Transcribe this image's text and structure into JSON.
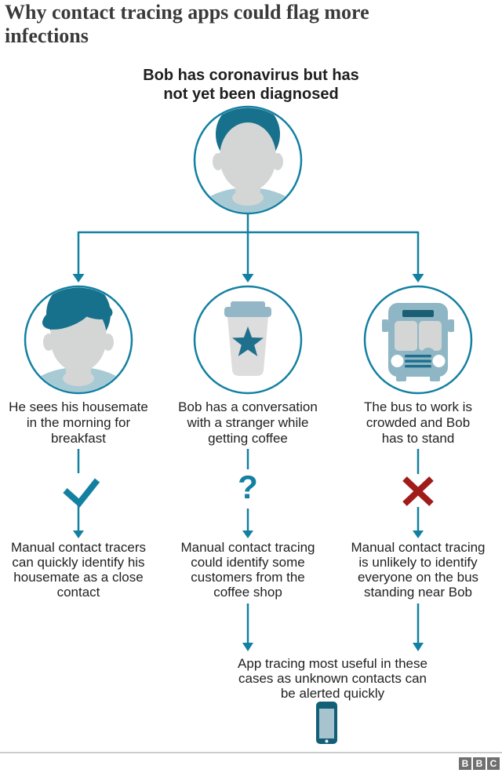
{
  "header": {
    "title": "Why contact tracing apps could flag more\ninfections"
  },
  "intro": {
    "caption": "Bob has coronavirus but has\nnot yet been diagnosed",
    "icon": "bob-person-icon"
  },
  "columns": [
    {
      "icon": "housemate-person-icon",
      "scenario": "He sees his housemate\nin the morning for\nbreakfast",
      "symbol": "check",
      "outcome": "Manual contact tracers\ncan quickly identify his\nhousemate as a close\ncontact"
    },
    {
      "icon": "coffee-cup-icon",
      "scenario": "Bob has a conversation\nwith a stranger while\ngetting coffee",
      "symbol": "question-mark",
      "symbol_glyph": "?",
      "outcome": "Manual contact tracing\ncould identify some\ncustomers from the\ncoffee shop"
    },
    {
      "icon": "bus-icon",
      "scenario": "The bus to work is\ncrowded and Bob\nhas to stand",
      "symbol": "cross",
      "outcome": "Manual contact tracing\nis unlikely to identify\neveryone on the bus\nstanding near Bob"
    }
  ],
  "conclusion": {
    "text": "App tracing most useful in these\ncases as unknown contacts can\nbe alerted quickly",
    "icon": "smartphone-icon"
  },
  "footer": {
    "logo": [
      "B",
      "B",
      "C"
    ]
  },
  "colors": {
    "teal": "#1380A1",
    "dark_teal": "#17708C",
    "light_blue": "#A7CAD5",
    "icon_gray": "#D4D6D5",
    "cross_red": "#A11B1B",
    "text": "#222222",
    "title": "#3A3A3A",
    "logo_gray": "#6F6F6F"
  }
}
